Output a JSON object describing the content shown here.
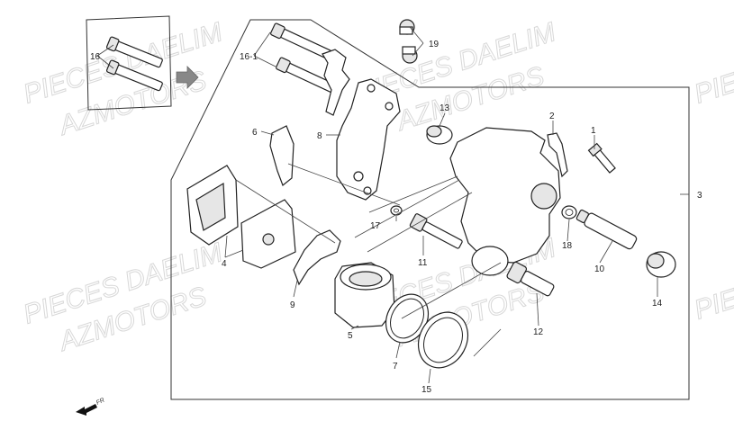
{
  "watermarks": [
    {
      "line1": "PIECES DAELIM",
      "line2": "AZMOTORS"
    },
    {
      "line1": "PIECES DAELIM",
      "line2": "AZMOTORS"
    },
    {
      "line1": "PIECES DAELIM",
      "line2": "AZMOTORS"
    },
    {
      "line1": "PIECES DAELIM",
      "line2": "AZMOTORS"
    },
    {
      "line1": "PIE",
      "line2": ""
    },
    {
      "line1": "PIE",
      "line2": ""
    }
  ],
  "direction_label": "FR",
  "callouts": {
    "c1": "1",
    "c2": "2",
    "c3": "3",
    "c4": "4",
    "c5": "5",
    "c6": "6",
    "c7": "7",
    "c8": "8",
    "c9": "9",
    "c10": "10",
    "c11": "11",
    "c12": "12",
    "c13": "13",
    "c14": "14",
    "c15": "15",
    "c16a": "16",
    "c16b": "16-1",
    "c17": "17",
    "c18": "18",
    "c19": "19"
  }
}
